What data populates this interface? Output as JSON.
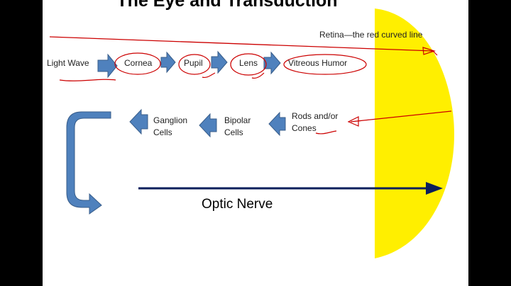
{
  "slide": {
    "title": "The Eye and Transduction",
    "retina_note": "Retina—the red curved line",
    "top_row": [
      "Light Wave",
      "Cornea",
      "Pupil",
      "Lens",
      "Vitreous Humor"
    ],
    "rods_cones": [
      "Rods and/or",
      "Cones"
    ],
    "bipolar": [
      "Bipolar",
      "Cells"
    ],
    "ganglion": [
      "Ganglion",
      "Cells"
    ],
    "optic_nerve": "Optic Nerve"
  },
  "colors": {
    "retina": "#ffef00",
    "block_arrow": "#4f81bd",
    "block_arrow_border": "#385d8a",
    "ink": "#cc0000",
    "optic_arrow": "#0a1f5c"
  }
}
